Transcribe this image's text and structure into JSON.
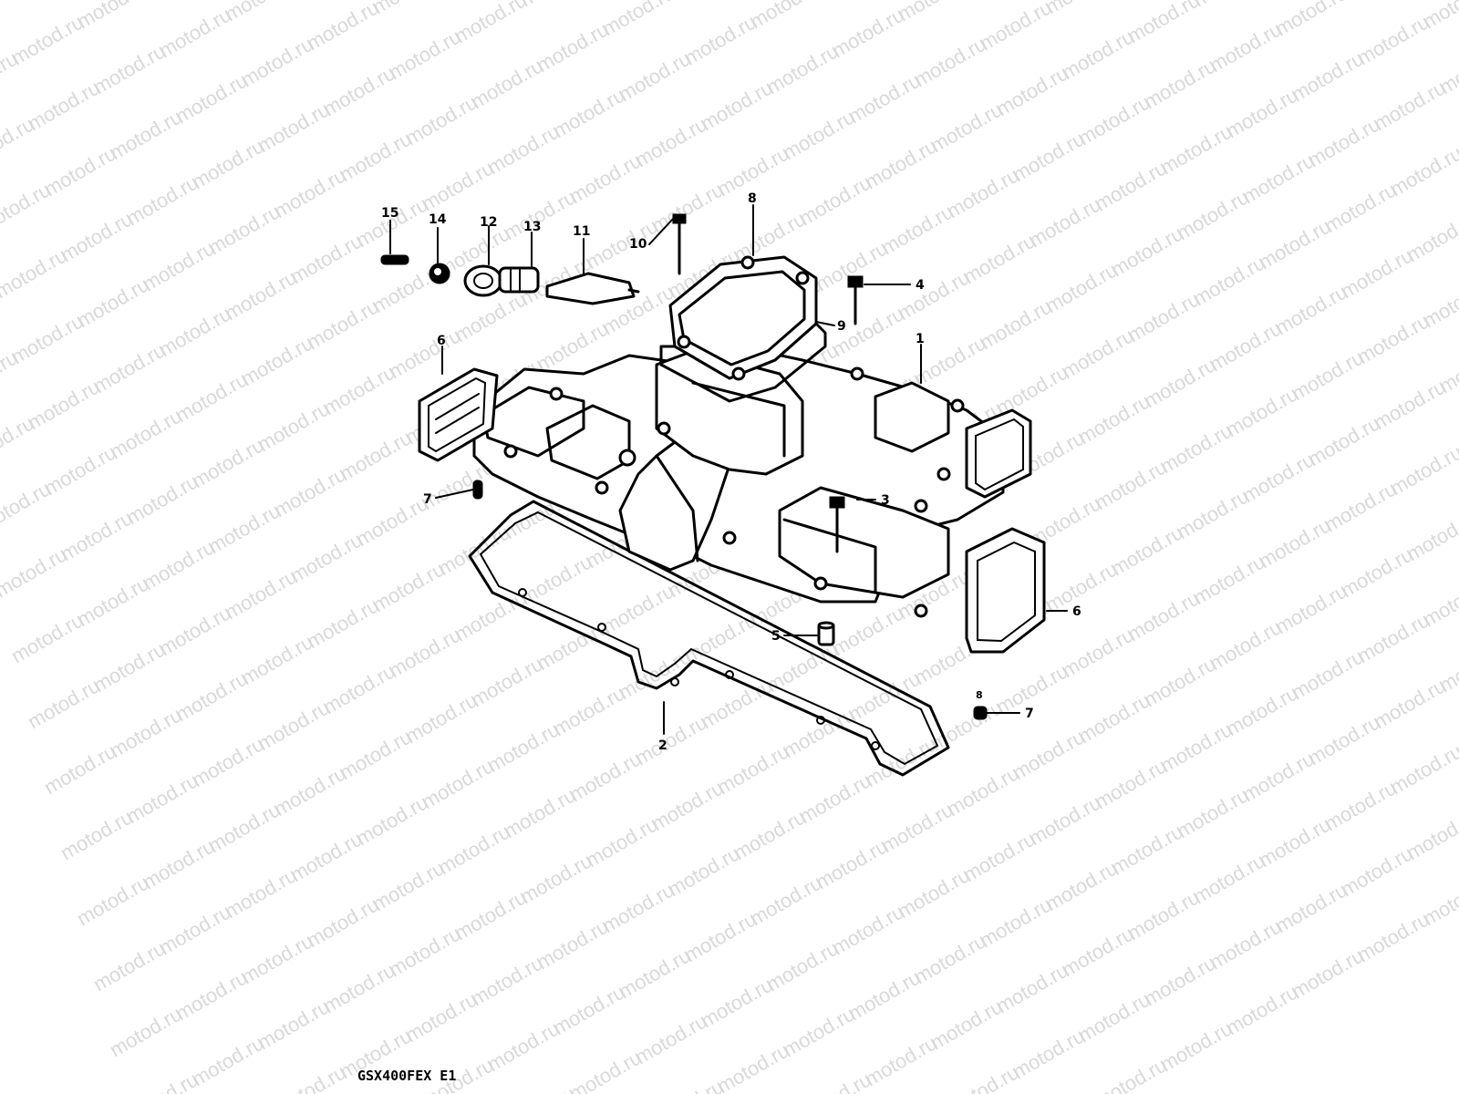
{
  "watermark": {
    "text": "motod.ru"
  },
  "footer": {
    "model_code": "GSX400FEX  E1"
  },
  "callouts": [
    {
      "id": "1",
      "text": "1"
    },
    {
      "id": "2",
      "text": "2"
    },
    {
      "id": "3",
      "text": "3"
    },
    {
      "id": "4",
      "text": "4"
    },
    {
      "id": "5",
      "text": "5"
    },
    {
      "id": "6a",
      "text": "6"
    },
    {
      "id": "6b",
      "text": "6"
    },
    {
      "id": "7a",
      "text": "7"
    },
    {
      "id": "7b",
      "text": "7"
    },
    {
      "id": "8",
      "text": "8"
    },
    {
      "id": "9",
      "text": "9"
    },
    {
      "id": "9b",
      "text": "8"
    },
    {
      "id": "10",
      "text": "10"
    },
    {
      "id": "11",
      "text": "11"
    },
    {
      "id": "12",
      "text": "12"
    },
    {
      "id": "13",
      "text": "13"
    },
    {
      "id": "14",
      "text": "14"
    },
    {
      "id": "15",
      "text": "15"
    }
  ]
}
